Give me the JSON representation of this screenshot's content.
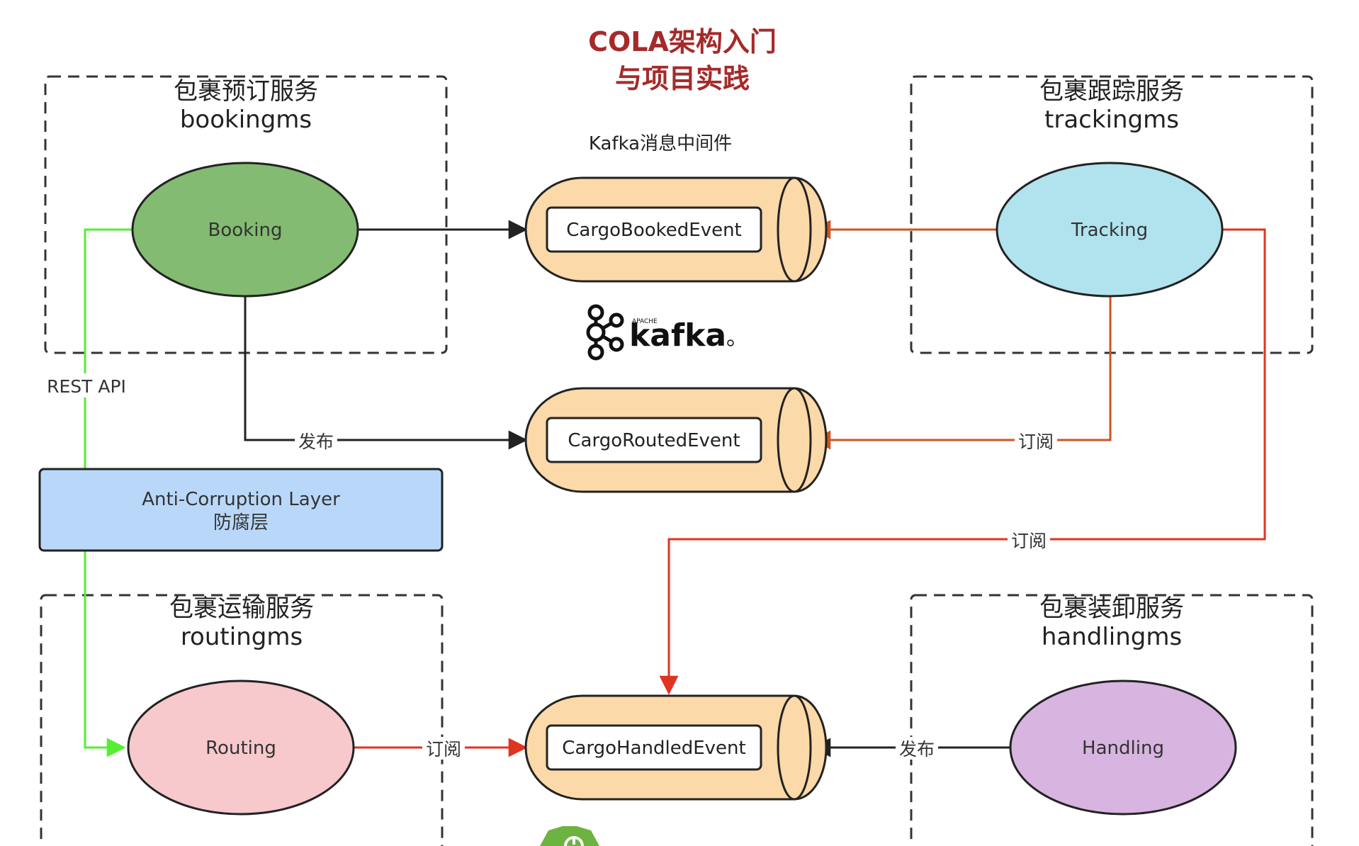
{
  "title": {
    "line1": "COLA架构入门",
    "line2": "与项目实践"
  },
  "kafka": {
    "caption": "Kafka消息中间件",
    "logo_small": "APACHE",
    "logo_text": "kafka"
  },
  "services": {
    "booking": {
      "name": "包裹预订服务",
      "id": "bookingms",
      "node": "Booking",
      "color": "#82bb71"
    },
    "tracking": {
      "name": "包裹跟踪服务",
      "id": "trackingms",
      "node": "Tracking",
      "color": "#b0e3ee"
    },
    "routing": {
      "name": "包裹运输服务",
      "id": "routingms",
      "node": "Routing",
      "color": "#f7c8cc"
    },
    "handling": {
      "name": "包裹装卸服务",
      "id": "handlingms",
      "node": "Handling",
      "color": "#d8b4e0"
    }
  },
  "events": {
    "booked": {
      "label": "CargoBookedEvent"
    },
    "routed": {
      "label": "CargoRoutedEvent"
    },
    "handled": {
      "label": "CargoHandledEvent"
    }
  },
  "acl": {
    "line1": "Anti-Corruption Layer",
    "line2": "防腐层",
    "color": "#b9d8f9"
  },
  "edge_labels": {
    "rest_api": "REST API",
    "booking_publish": "发布",
    "tracking_subscribe_routed": "订阅",
    "tracking_subscribe_handled": "订阅",
    "routing_subscribe": "订阅",
    "handling_publish": "发布"
  },
  "colors": {
    "black_edge": "#222222",
    "orange_edge": "#cc5522",
    "red_edge": "#e03322",
    "green_edge": "#55ee33",
    "cylinder_fill": "#fcd9a8",
    "title": "#a52a2a"
  }
}
